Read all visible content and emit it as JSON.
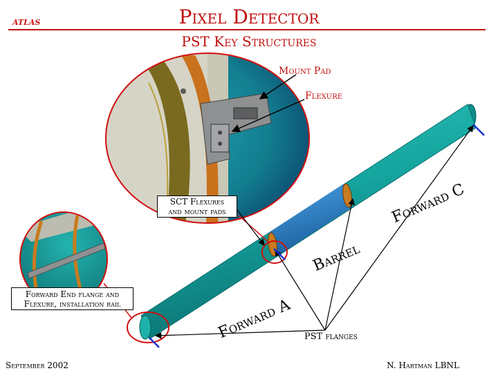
{
  "header": {
    "atlas": "atlas",
    "title": "Pixel Detector",
    "subtitle": "PST Key Structures"
  },
  "labels": {
    "mount_pad": "Mount Pad",
    "flexure": "Flexure",
    "sct_line1": "SCT Flexures",
    "sct_line2": "and mount pads",
    "fwd_line1": "Forward End flange and",
    "fwd_line2": "Flexure, installation rail",
    "forward_c": "Forward C",
    "barrel": "Barrel",
    "forward_a": "Forward A",
    "pst_flanges": "PST flanges"
  },
  "footer": {
    "date": "September 2002",
    "author": "N. Hartman LBNL"
  },
  "colors": {
    "accent": "#c01010",
    "tube_teal": "#17a39f",
    "barrel_blue": "#2e7fc7",
    "flange_orange": "#c97b1e",
    "highlight_circle": "#d01010",
    "arrow_blue": "#1a2fd0"
  }
}
